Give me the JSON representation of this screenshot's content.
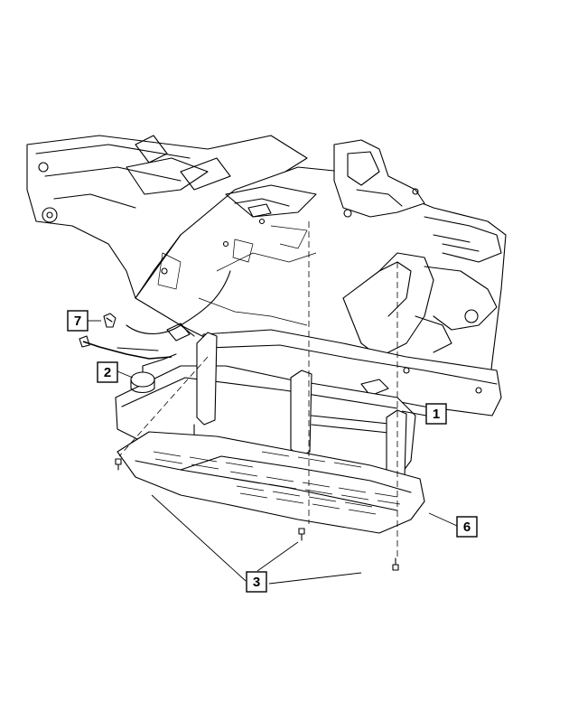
{
  "callouts": [
    {
      "id": "c1",
      "label": "1"
    },
    {
      "id": "c2",
      "label": "2"
    },
    {
      "id": "c3",
      "label": "3"
    },
    {
      "id": "c6",
      "label": "6"
    },
    {
      "id": "c7",
      "label": "7"
    }
  ]
}
